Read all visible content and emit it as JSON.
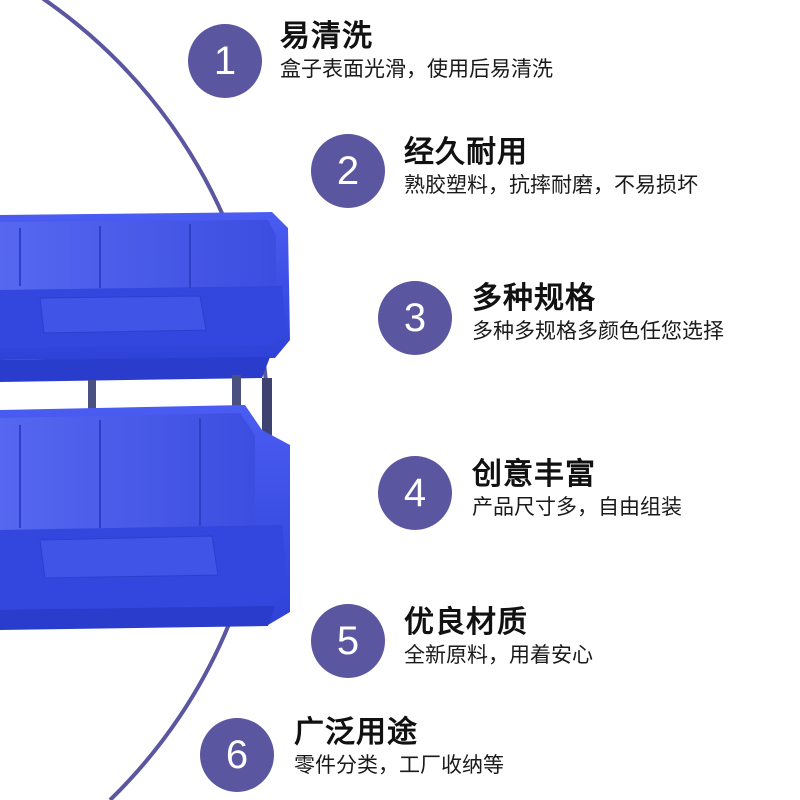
{
  "colors": {
    "arc": "#5b56a0",
    "circle": "#5b56a0",
    "bin": "#3b4fe6"
  },
  "features": [
    {
      "num": "1",
      "title": "易清洗",
      "desc": "盒子表面光滑，使用后易清洗"
    },
    {
      "num": "2",
      "title": "经久耐用",
      "desc": "熟胶塑料，抗摔耐磨，不易损坏"
    },
    {
      "num": "3",
      "title": "多种规格",
      "desc": "多种多规格多颜色任您选择"
    },
    {
      "num": "4",
      "title": "创意丰富",
      "desc": "产品尺寸多，自由组装"
    },
    {
      "num": "5",
      "title": "优良材质",
      "desc": "全新原料，用着安心"
    },
    {
      "num": "6",
      "title": "广泛用途",
      "desc": "零件分类，工厂收纳等"
    }
  ]
}
